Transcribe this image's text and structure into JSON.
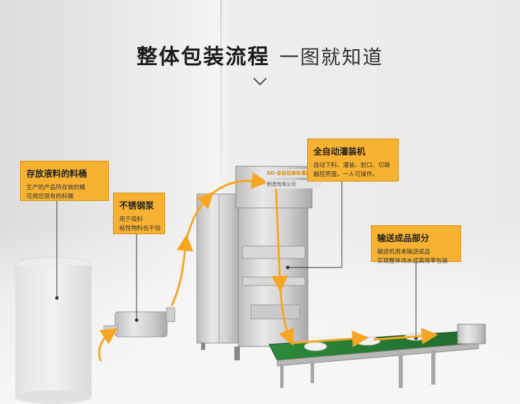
{
  "heading": {
    "main": "整体包装流程",
    "sub": "一图就知道"
  },
  "callouts": [
    {
      "title": "存放液料的料桶",
      "lines": [
        "生产的产品所存放的桶",
        "可用您现有的料桶"
      ]
    },
    {
      "title": "不锈钢泵",
      "lines": [
        "用于吸料",
        "粘性物料也不怕"
      ]
    },
    {
      "title": "全自动灌装机",
      "lines": [
        "自动下料、灌装、封口、切袋",
        "触控界面，一人可操作。"
      ]
    },
    {
      "title": "输送成品部分",
      "lines": [
        "输送机用来输送成品",
        "实现整体流水式高效率包装"
      ]
    }
  ],
  "machine": {
    "sign_line_1": "SD-全自动液体灌装机",
    "sign_line_2": "制造有限公司"
  },
  "colors": {
    "accent": "#f7b231",
    "arrow": "#f6a623",
    "title": "#1b1b1b"
  }
}
